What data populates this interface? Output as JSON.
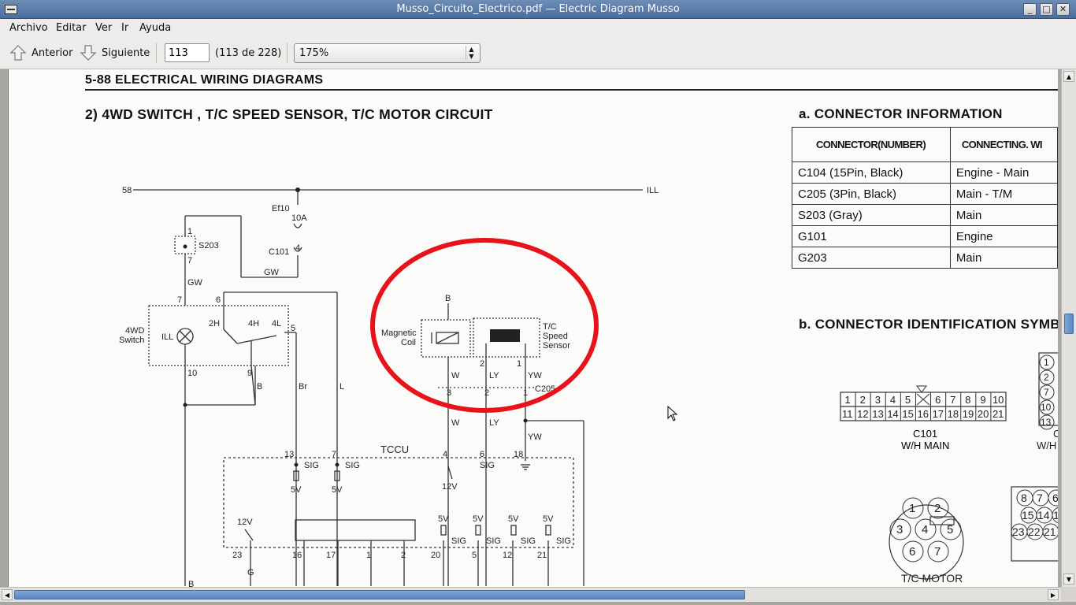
{
  "window": {
    "title": "Musso_Circuito_Electrico.pdf — Electric Diagram Musso",
    "min_glyph": "_",
    "max_glyph": "□",
    "close_glyph": "✕"
  },
  "menu": [
    {
      "label": "Archivo"
    },
    {
      "label": "Editar"
    },
    {
      "label": "Ver"
    },
    {
      "label": "Ir"
    },
    {
      "label": "Ayuda"
    }
  ],
  "toolbar": {
    "prev_label": "Anterior",
    "next_label": "Siguiente",
    "page_value": "113",
    "page_count": "(113 de 228)",
    "zoom_value": "175%"
  },
  "page": {
    "header": "5-88  ELECTRICAL WIRING DIAGRAMS",
    "circuit_title": "2)  4WD SWITCH , T/C SPEED SENSOR, T/C MOTOR CIRCUIT",
    "conn_info_title": "a. CONNECTOR INFORMATION",
    "conn_ident_title": "b. CONNECTOR IDENTIFICATION SYMB",
    "table": {
      "headers": [
        "CONNECTOR(NUMBER)",
        "CONNECTING. WI"
      ],
      "rows": [
        [
          "C104 (15Pin, Black)",
          "Engine - Main"
        ],
        [
          "C205 (3Pin, Black)",
          "Main - T/M"
        ],
        [
          "S203 (Gray)",
          "Main"
        ],
        [
          "G101",
          "Engine"
        ],
        [
          "G203",
          "Main"
        ]
      ]
    },
    "diagram": {
      "labels": {
        "n58": "58",
        "ill_right": "ILL",
        "ef10": "Ef10",
        "a10": "10A",
        "c101": "C101",
        "p4": "4",
        "p1": "1",
        "s203": "S203",
        "p7a": "7",
        "gw1": "GW",
        "gw2": "GW",
        "p7b": "7",
        "p6": "6",
        "p2h": "2H",
        "p4h": "4H",
        "p4l": "4L",
        "p5": "5",
        "sw4wd": "4WD",
        "switch": "Switch",
        "ill_lamp": "ILL",
        "p10": "10",
        "p9": "9",
        "wB": "B",
        "wBr": "Br",
        "wL": "L",
        "bTop": "B",
        "mag1": "Magnetic",
        "mag2": "Coil",
        "tc1": "T/C",
        "tc2": "Speed",
        "tc3": "Sensor",
        "s2": "2",
        "s1": "1",
        "wW1": "W",
        "wLY1": "LY",
        "wYW1": "YW",
        "c3": "3",
        "c2": "2",
        "c1": "1",
        "c205": "C205",
        "wW2": "W",
        "wLY2": "LY",
        "wYW2": "YW",
        "tccu": "TCCU",
        "p13": "13",
        "p7c": "7",
        "p4b": "4",
        "p6b": "6",
        "p18": "18",
        "sig1": "SIG",
        "sig2": "SIG",
        "sig3": "SIG",
        "v5a": "5V",
        "v5b": "5V",
        "v12a": "12V",
        "v12b": "12V",
        "p23": "23",
        "wG": "G",
        "p16": "16",
        "p17": "17",
        "p1b": "1",
        "p2b": "2",
        "v5c": "5V",
        "v5d": "5V",
        "v5e": "5V",
        "v5f": "5V",
        "sig4": "SIG",
        "sig5": "SIG",
        "sig6": "SIG",
        "sig7": "SIG",
        "p20": "20",
        "p5b": "5",
        "p12": "12",
        "p21": "21",
        "wB2": "B"
      }
    },
    "connectors": {
      "c101_pins_top": [
        "1",
        "2",
        "3",
        "4",
        "5",
        "",
        "6",
        "7",
        "8",
        "9",
        "10"
      ],
      "c101_pins_bottom": [
        "11",
        "12",
        "13",
        "14",
        "15",
        "16",
        "17",
        "18",
        "19",
        "20",
        "21"
      ],
      "c101_label1": "C101",
      "c101_label2": "W/H MAIN",
      "right_pins": [
        "1",
        "2",
        "7",
        "10",
        "13"
      ],
      "right_label1": "C",
      "right_label2": "W/H E",
      "motor_pins": [
        "1",
        "2",
        "3",
        "4",
        "5",
        "6",
        "7"
      ],
      "motor_label": "T/C MOTOR",
      "br_pins_row1": [
        "8",
        "7",
        "6"
      ],
      "br_pins_row2": [
        "15",
        "14",
        "1"
      ],
      "br_pins_row3": [
        "23",
        "22",
        "21"
      ]
    }
  },
  "colors": {
    "titlebar": "#4a6e9e",
    "annotation_circle": "#e8121b",
    "scroll_thumb": "#5b86c0"
  }
}
